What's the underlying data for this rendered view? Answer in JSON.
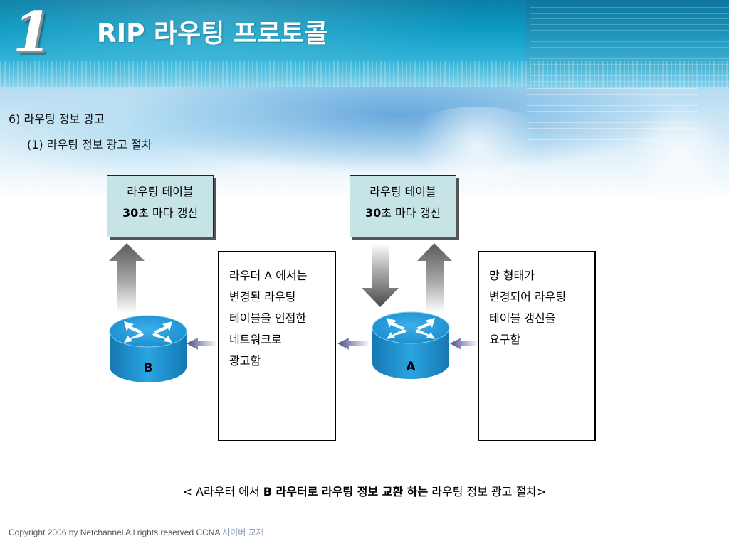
{
  "header": {
    "slide_number": "1",
    "title": "RIP 라우팅 프로토콜"
  },
  "section": {
    "heading": "6) 라우팅 정보 광고",
    "subheading": "(1) 라우팅 정보 광고 절차"
  },
  "tables": [
    {
      "line1": "라우팅 테이블",
      "num": "30",
      "suffix": "초 마다 갱신"
    },
    {
      "line1": "라우팅 테이블",
      "num": "30",
      "suffix": "초 마다 갱신"
    }
  ],
  "routers": [
    {
      "label": "B"
    },
    {
      "label": "A"
    }
  ],
  "info_boxes": [
    {
      "lines": [
        "라우터 A 에서는",
        "변경된 라우팅",
        "테이블을 인접한",
        "네트워크로",
        "광고함"
      ]
    },
    {
      "lines": [
        "망 형태가",
        "변경되어 라우팅",
        "테이블  갱신을",
        "요구함"
      ]
    }
  ],
  "caption": {
    "prefix": "< A라우터 에서  ",
    "bold": "B 라우터로  라우팅 정보 교환 하는",
    "suffix": " 라우팅 정보 광고 절차>"
  },
  "footer": {
    "text": "Copyright 2006 by Netchannel All rights reserved CCNA ",
    "accent": "사이버 교재"
  },
  "colors": {
    "header_blue": "#0d9bc4",
    "table_fill": "#c6e3e6",
    "router_blue": "#1c94d4",
    "arrow_gray": "#555555"
  }
}
